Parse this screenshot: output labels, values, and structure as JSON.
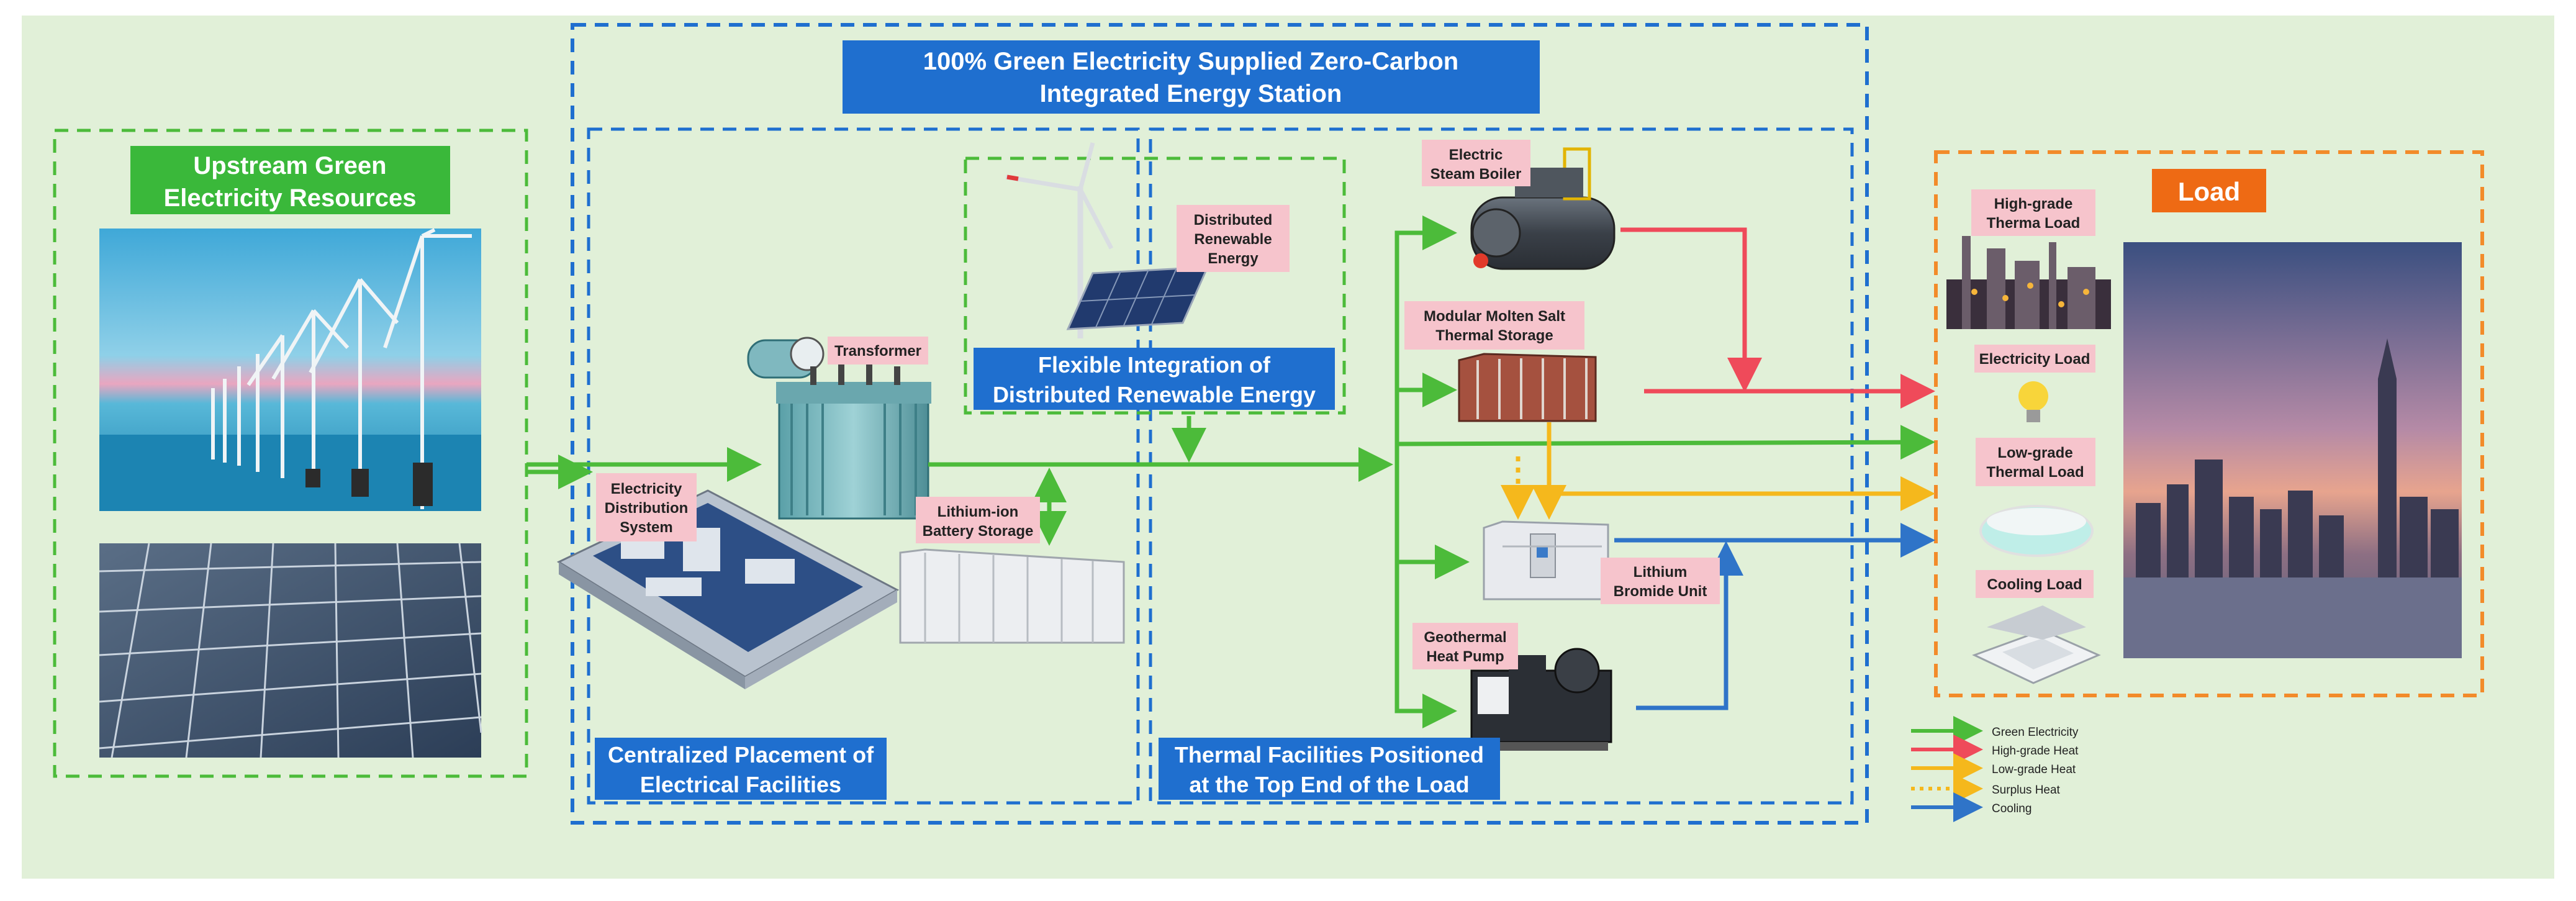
{
  "title": {
    "line1": "100% Green Electricity Supplied Zero-Carbon",
    "line2": "Integrated Energy Station"
  },
  "upstream": {
    "title_line1": "Upstream Green",
    "title_line2": "Electricity Resources",
    "images": [
      "offshore-wind-farm-photo",
      "solar-farm-photo"
    ]
  },
  "centralized": {
    "caption_line1": "Centralized Placement of",
    "caption_line2": "Electrical Facilities",
    "transformer": "Transformer",
    "distribution_line1": "Electricity",
    "distribution_line2": "Distribution",
    "distribution_line3": "System",
    "battery_line1": "Lithium-ion",
    "battery_line2": "Battery Storage"
  },
  "distributed": {
    "caption_line1": "Flexible Integration of",
    "caption_line2": "Distributed Renewable Energy",
    "label_line1": "Distributed",
    "label_line2": "Renewable",
    "label_line3": "Energy"
  },
  "thermal": {
    "caption_line1": "Thermal Facilities Positioned",
    "caption_line2": "at the Top End of the Load",
    "boiler_line1": "Electric",
    "boiler_line2": "Steam Boiler",
    "salt_line1": "Modular Molten Salt",
    "salt_line2": "Thermal Storage",
    "bromide_line1": "Lithium",
    "bromide_line2": "Bromide Unit",
    "heatpump_line1": "Geothermal",
    "heatpump_line2": "Heat Pump"
  },
  "load": {
    "title": "Load",
    "high_line1": "High-grade",
    "high_line2": "Therma Load",
    "electricity": "Electricity Load",
    "low_line1": "Low-grade",
    "low_line2": "Thermal Load",
    "cooling": "Cooling Load"
  },
  "legend": [
    {
      "label": "Green Electricity",
      "color": "#4cbb3a",
      "style": "solid"
    },
    {
      "label": "High-grade Heat",
      "color": "#ef4a5a",
      "style": "solid"
    },
    {
      "label": "Low-grade Heat",
      "color": "#f5b81c",
      "style": "solid"
    },
    {
      "label": "Surplus Heat",
      "color": "#f5b81c",
      "style": "dotted"
    },
    {
      "label": "Cooling",
      "color": "#2f74c8",
      "style": "solid"
    }
  ],
  "colors": {
    "background": "#e1f0d8",
    "green_electricity": "#4cbb3a",
    "high_grade_heat": "#ef4a5a",
    "low_grade_heat": "#f5b81c",
    "cooling": "#2f74c8",
    "green_badge": "#3ab83a",
    "blue_badge": "#1f6fcf",
    "orange_badge": "#ee6a14",
    "pink_label": "#f6c4cc",
    "dashed_green": "#4cbb3a",
    "dashed_blue": "#1f6fcf",
    "dashed_orange": "#f28b2a"
  }
}
